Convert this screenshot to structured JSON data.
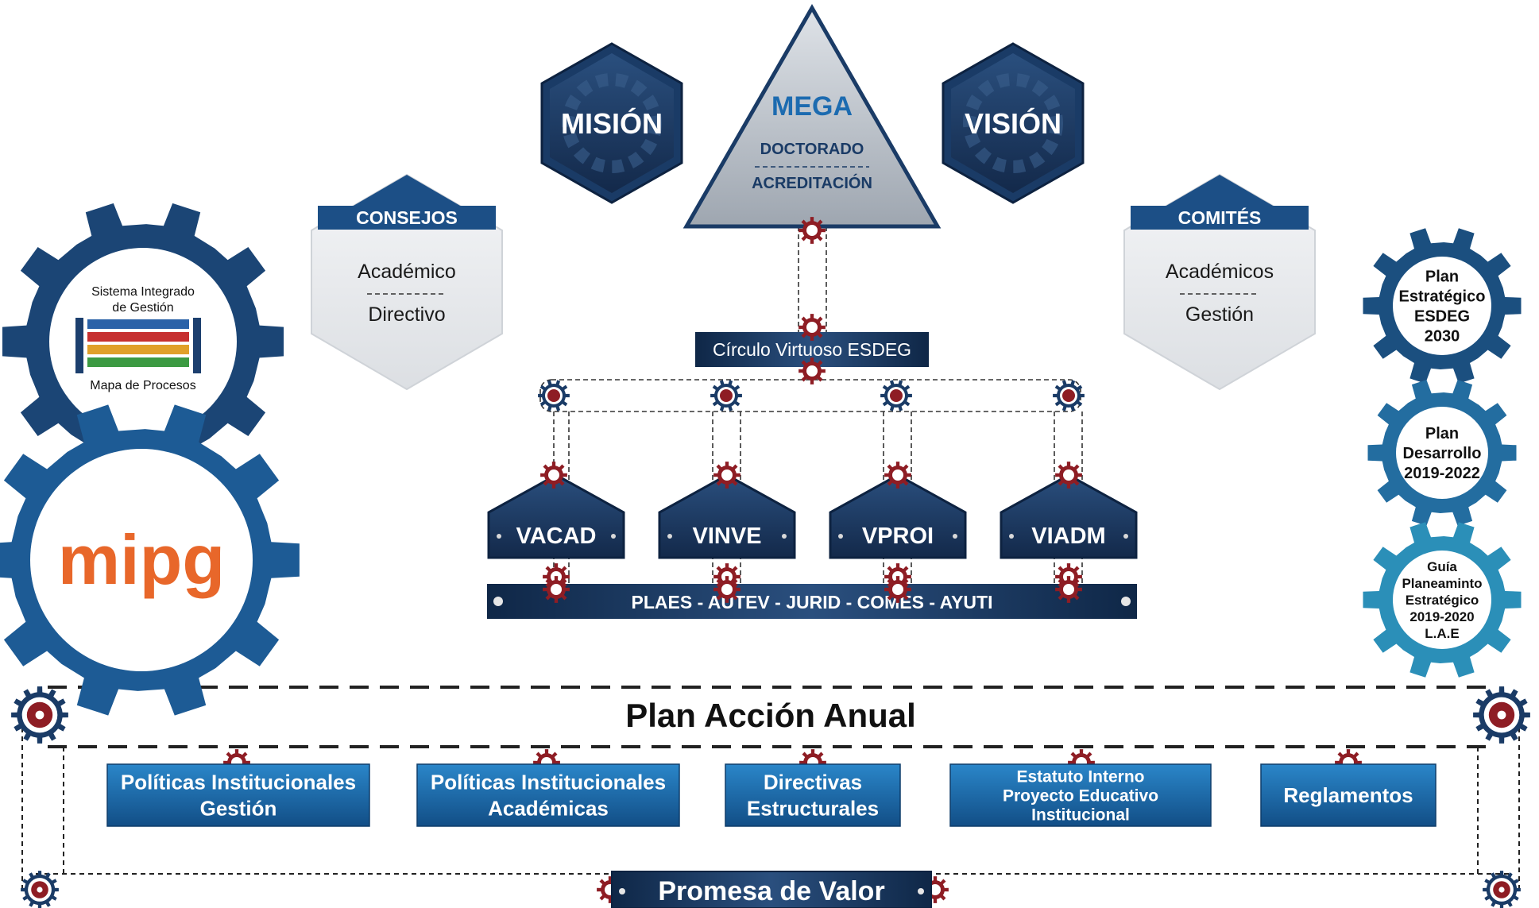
{
  "top": {
    "mision": "MISIÓN",
    "vision": "VISIÓN",
    "mega": {
      "title": "MEGA",
      "line1": "DOCTORADO",
      "line2": "ACREDITACIÓN"
    }
  },
  "consejos": {
    "header": "CONSEJOS",
    "item1": "Académico",
    "item2": "Directivo"
  },
  "comites": {
    "header": "COMITÉS",
    "item1": "Académicos",
    "item2": "Gestión"
  },
  "circulo": "Círculo Virtuoso ESDEG",
  "vice": [
    "VACAD",
    "VINVE",
    "VPROI",
    "VIADM"
  ],
  "offices_bar": "PLAES - AUTEV - JURID - COMES - AYUTI",
  "left_gears": {
    "sig_title_1": "Sistema Integrado",
    "sig_title_2": "de Gestión",
    "sig_caption": "Mapa de Procesos",
    "mipg": "mipg"
  },
  "right_gears": [
    {
      "lines": [
        "Plan",
        "Estratégico",
        "ESDEG",
        "2030"
      ],
      "color": "#1b4f7f"
    },
    {
      "lines": [
        "Plan",
        "Desarrollo",
        "2019-2022"
      ],
      "color": "#236da0"
    },
    {
      "lines": [
        "Guía",
        "Planeaminto",
        "Estratégico",
        "2019-2020",
        "L.A.E"
      ],
      "color": "#2b8fb8"
    }
  ],
  "plan_accion": "Plan Acción Anual",
  "documents": [
    {
      "lines": [
        "Políticas Institucionales",
        "Gestión"
      ]
    },
    {
      "lines": [
        "Políticas Institucionales",
        "Académicas"
      ]
    },
    {
      "lines": [
        "Directivas",
        "Estructurales"
      ]
    },
    {
      "lines": [
        "Estatuto Interno",
        "Proyecto Educativo",
        "Institucional"
      ]
    },
    {
      "lines": [
        "Reglamentos"
      ]
    }
  ],
  "promesa": "Promesa de Valor",
  "colors": {
    "navy": "#1a3b66",
    "navy_dark": "#0f2747",
    "blue_box": "#1c6bb0",
    "gear_red": "#8e1d24",
    "mipg_orange": "#e8672a"
  }
}
